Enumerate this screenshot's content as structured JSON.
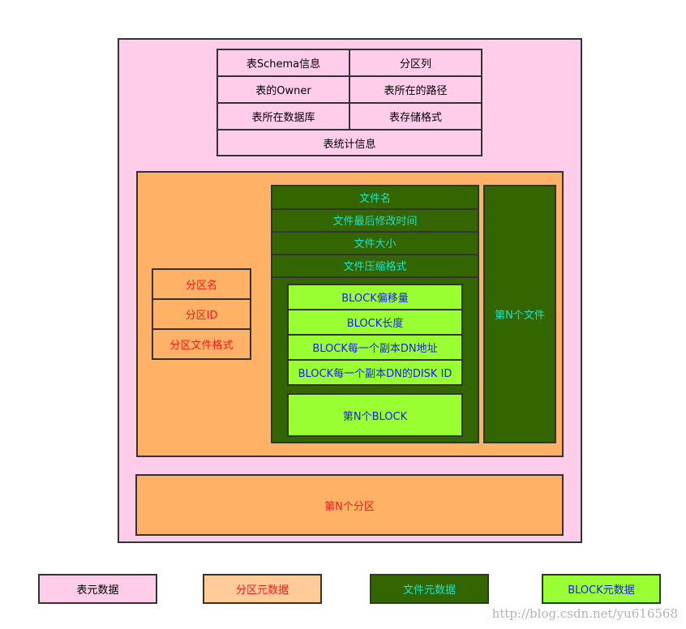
{
  "colors": {
    "table_meta": "#ffccea",
    "partition_meta": "#ffb266",
    "file_meta": "#336600",
    "block_meta": "#99ff33",
    "table_text": "#000000",
    "partition_text": "#ff1a1a",
    "file_text": "#19e6cc",
    "block_text": "#1a1aff",
    "border": "#333333"
  },
  "table_meta": {
    "schema": "表Schema信息",
    "partition_columns": "分区列",
    "owner": "表的Owner",
    "path": "表所在的路径",
    "database": "表所在数据库",
    "storage_format": "表存储格式",
    "statistics": "表统计信息"
  },
  "partition": {
    "name": "分区名",
    "id": "分区ID",
    "file_format": "分区文件格式",
    "nth_partition": "第N个分区"
  },
  "file": {
    "name": "文件名",
    "last_modified": "文件最后修改时间",
    "size": "文件大小",
    "compression": "文件压缩格式",
    "nth_file": "第N个文件"
  },
  "block": {
    "offset": "BLOCK偏移量",
    "length": "BLOCK长度",
    "replica_dn_address": "BLOCK每一个副本DN地址",
    "replica_dn_disk_id": "BLOCK每一个副本DN的DISK ID",
    "nth_block": "第N个BLOCK"
  },
  "legend": {
    "table_meta": "表元数据",
    "partition_meta": "分区元数据",
    "file_meta": "文件元数据",
    "block_meta": "BLOCK元数据"
  },
  "watermark": "http://blog.csdn.net/yu616568"
}
